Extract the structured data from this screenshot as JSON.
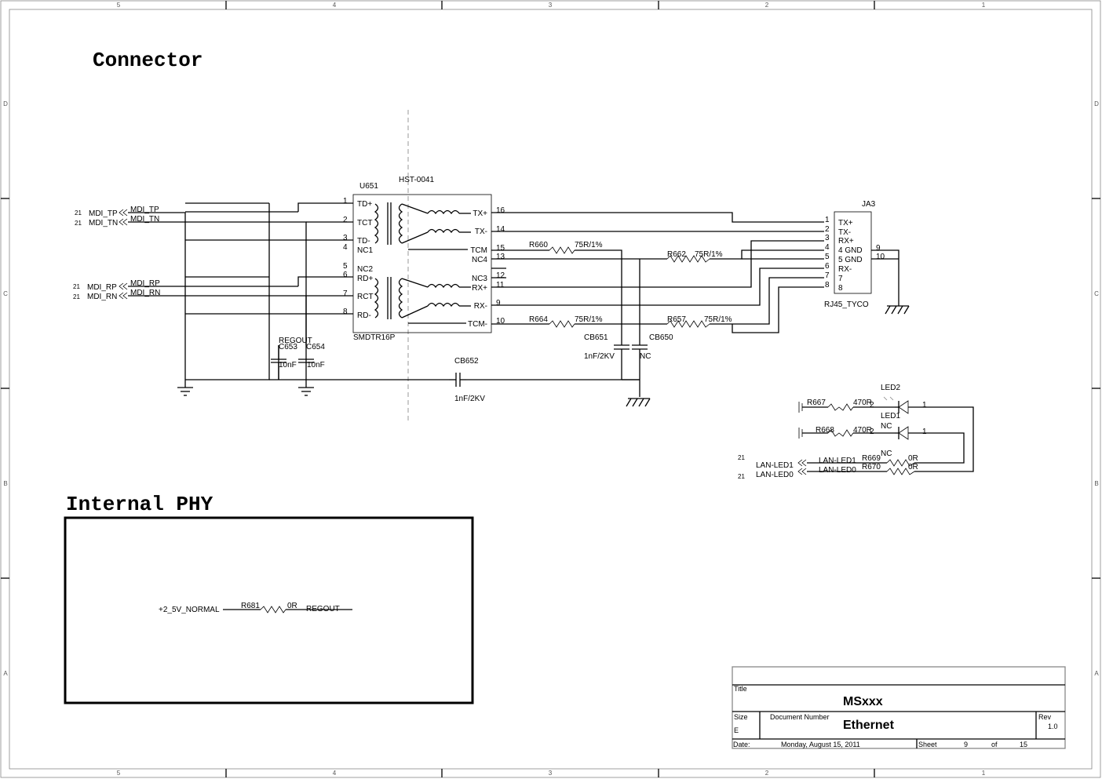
{
  "border": {
    "cols": [
      "5",
      "4",
      "3",
      "2",
      "1"
    ],
    "rows": [
      "D",
      "C",
      "B",
      "A"
    ]
  },
  "sections": {
    "connector": "Connector",
    "internal_phy": "Internal PHY"
  },
  "ports_left": [
    {
      "sheet": "21",
      "net": "MDI_TP",
      "wire": "MDI_TP"
    },
    {
      "sheet": "21",
      "net": "MDI_TN",
      "wire": "MDI_TN"
    },
    {
      "sheet": "21",
      "net": "MDI_RP",
      "wire": "MDI_RP"
    },
    {
      "sheet": "21",
      "net": "MDI_RN",
      "wire": "MDI_RN"
    }
  ],
  "transformer": {
    "ref": "U651",
    "part": "HST-0041",
    "footprint": "SMDTR16P",
    "left_pins": [
      {
        "num": "1",
        "name": "TD+"
      },
      {
        "num": "2",
        "name": "TCT"
      },
      {
        "num": "3",
        "name": "TD-"
      },
      {
        "num": "4",
        "name": "NC1"
      },
      {
        "num": "5",
        "name": "NC2"
      },
      {
        "num": "6",
        "name": "RD+"
      },
      {
        "num": "7",
        "name": "RCT"
      },
      {
        "num": "8",
        "name": "RD-"
      }
    ],
    "right_pins": [
      {
        "num": "16",
        "name": "TX+"
      },
      {
        "num": "14",
        "name": "TX-"
      },
      {
        "num": "15",
        "name": "TCM"
      },
      {
        "num": "13",
        "name": "NC4"
      },
      {
        "num": "12",
        "name": "NC3"
      },
      {
        "num": "11",
        "name": "RX+"
      },
      {
        "num": "9",
        "name": "RX-"
      },
      {
        "num": "10",
        "name": "TCM-"
      }
    ]
  },
  "caps": {
    "regout": "REGOUT",
    "c653": {
      "ref": "C653",
      "value": "10nF"
    },
    "c654": {
      "ref": "C654",
      "value": "10nF"
    },
    "cb652": {
      "ref": "CB652",
      "value": "1nF/2KV"
    },
    "cb651": {
      "ref": "CB651",
      "value": "1nF/2KV"
    },
    "cb650": {
      "ref": "CB650",
      "value": "NC"
    }
  },
  "resistors": {
    "r660": {
      "ref": "R660",
      "value": "75R/1%"
    },
    "r662": {
      "ref": "R662",
      "value": "75R/1%"
    },
    "r664": {
      "ref": "R664",
      "value": "75R/1%"
    },
    "r657": {
      "ref": "R657",
      "value": "75R/1%"
    },
    "r667": {
      "ref": "R667",
      "value": "470R",
      "pin": "2"
    },
    "r668": {
      "ref": "R668",
      "value": "470R",
      "pin": "2"
    },
    "r669": {
      "ref": "R669",
      "value": "0R"
    },
    "r670": {
      "ref": "R670",
      "value": "0R"
    },
    "r681": {
      "ref": "R681",
      "value": "0R"
    }
  },
  "rj45": {
    "ref": "JA3",
    "part": "RJ45_TYCO",
    "pins": [
      {
        "num": "1",
        "name": "TX+"
      },
      {
        "num": "2",
        "name": "TX-"
      },
      {
        "num": "3",
        "name": "RX+"
      },
      {
        "num": "4",
        "name": "4  GND"
      },
      {
        "num": "5",
        "name": "5  GND"
      },
      {
        "num": "6",
        "name": "RX-"
      },
      {
        "num": "7",
        "name": "7"
      },
      {
        "num": "8",
        "name": "8"
      }
    ],
    "shield_pins": [
      "9",
      "10"
    ]
  },
  "leds": {
    "led2": {
      "ref": "LED2",
      "pin": "1"
    },
    "led1": {
      "ref": "LED1",
      "pin": "1",
      "value": "NC"
    },
    "r669_nc": "NC",
    "ports": [
      {
        "sheet": "21",
        "net": "LAN-LED1",
        "wire": "LAN-LED1"
      },
      {
        "sheet": "21",
        "net": "LAN-LED0",
        "wire": "LAN-LED0"
      }
    ]
  },
  "phy": {
    "input_net": "+2_5V_NORMAL",
    "output_net": "REGOUT"
  },
  "title_block": {
    "title_label": "Title",
    "title": "MSxxx",
    "size_label": "Size",
    "size": "E",
    "docnum_label": "Document Number",
    "docnum": "Ethernet",
    "rev_label": "Rev",
    "rev": "1.0",
    "date_label": "Date:",
    "date": "Monday, August 15, 2011",
    "sheet_label": "Sheet",
    "sheet": "9",
    "of_label": "of",
    "total": "15"
  }
}
